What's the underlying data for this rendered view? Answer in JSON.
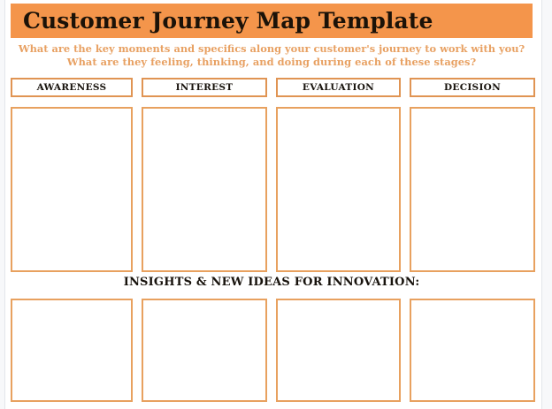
{
  "document": {
    "title": "Customer Journey Map Template",
    "subtitle_lines": [
      "What are the key moments and specifics along your customer's journey to work with you?",
      "What are they feeling, thinking, and doing during each of these stages?"
    ],
    "insights_heading": "INSIGHTS & NEW IDEAS FOR INNOVATION:"
  },
  "stages": [
    {
      "label": "AWARENESS",
      "stage_note": "",
      "insight_note": ""
    },
    {
      "label": "INTEREST",
      "stage_note": "",
      "insight_note": ""
    },
    {
      "label": "EVALUATION",
      "stage_note": "",
      "insight_note": ""
    },
    {
      "label": "DECISION",
      "stage_note": "",
      "insight_note": ""
    }
  ],
  "colors": {
    "banner_orange": "#F4954B",
    "border_orange": "#E8A15F",
    "label_border_orange": "#E09453",
    "subtitle_orange": "#E8A163",
    "text_black": "#17120C",
    "page_white": "#FFFFFF",
    "gutter_gray": "#F7F8FA"
  }
}
